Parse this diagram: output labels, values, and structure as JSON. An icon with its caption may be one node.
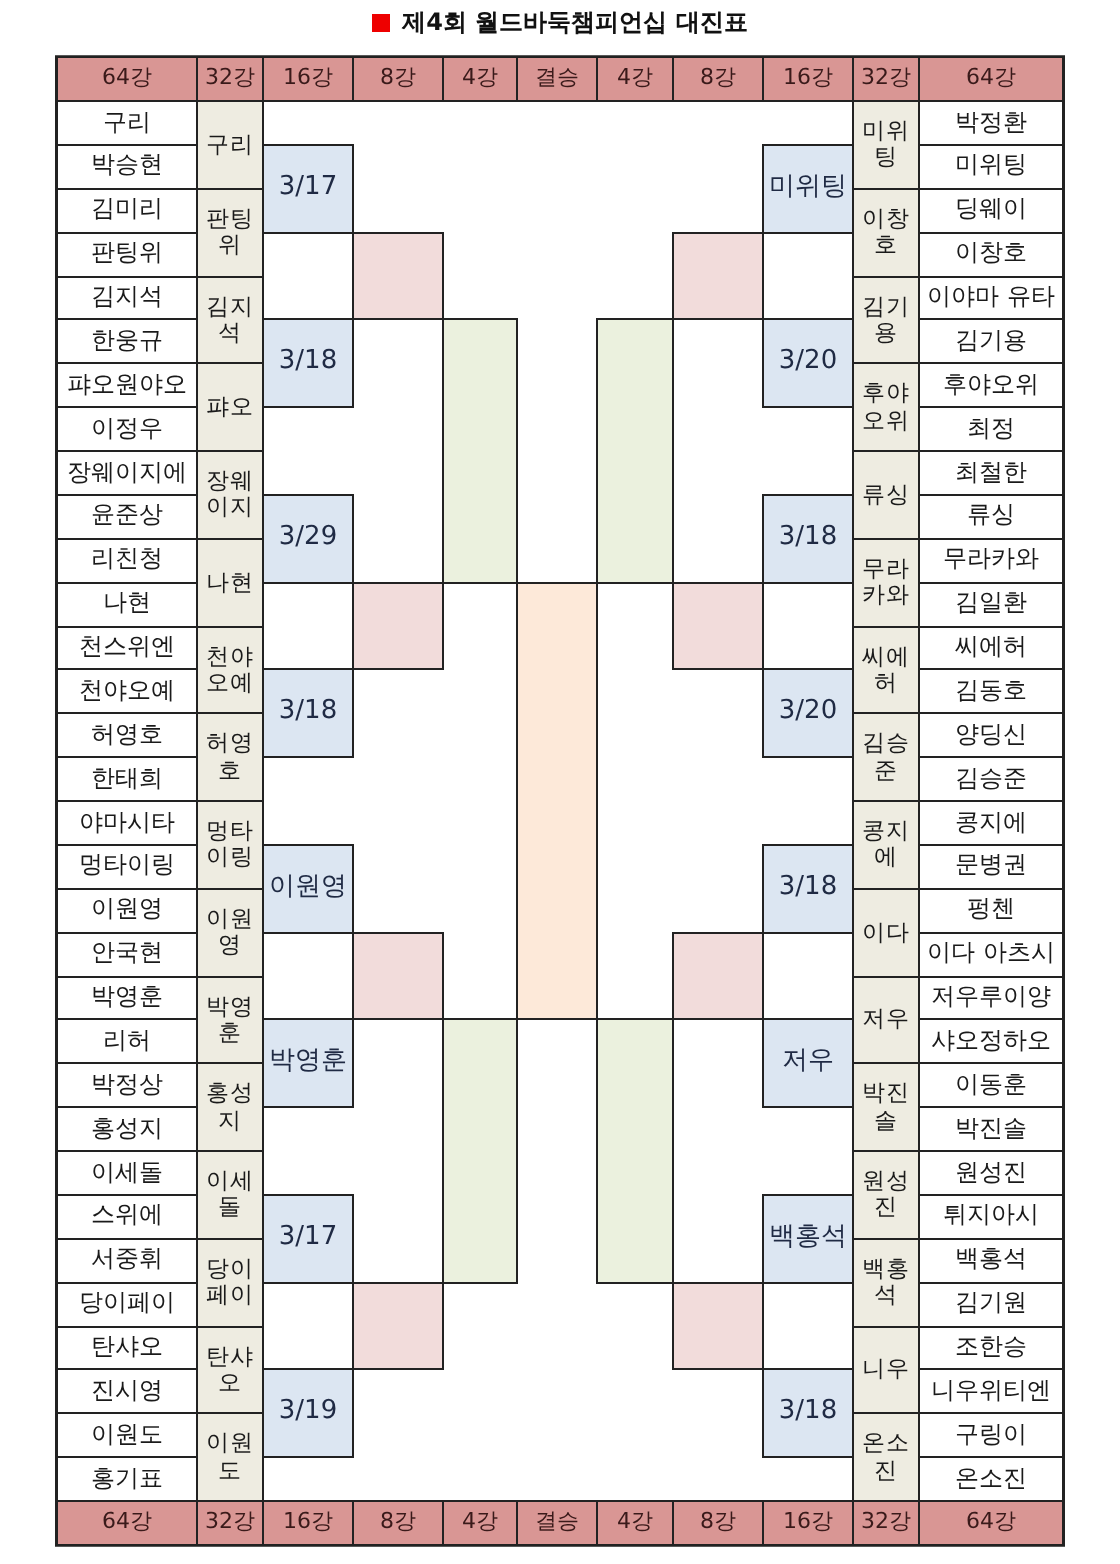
{
  "diagram": {
    "title": "제4회 월드바둑챔피언십 대진표",
    "nodes": [
      {
        "text": [
          "구리"
        ]
      },
      {
        "text": [
          "박승현"
        ]
      },
      {
        "text": [
          "김미리"
        ]
      },
      {
        "text": [
          "판팅위"
        ]
      },
      {
        "text": [
          "김지석"
        ]
      },
      {
        "text": [
          "한웅규"
        ]
      },
      {
        "text": [
          "퍄오원야오"
        ]
      },
      {
        "text": [
          "이정우"
        ]
      },
      {
        "text": [
          "장웨이지에"
        ]
      },
      {
        "text": [
          "윤준상"
        ]
      },
      {
        "text": [
          "리친청"
        ]
      },
      {
        "text": [
          "나현"
        ]
      },
      {
        "text": [
          "천스위엔"
        ]
      },
      {
        "text": [
          "천야오예"
        ]
      },
      {
        "text": [
          "허영호"
        ]
      },
      {
        "text": [
          "한태희"
        ]
      },
      {
        "text": [
          "야마시타"
        ]
      },
      {
        "text": [
          "멍타이링"
        ]
      },
      {
        "text": [
          "이원영"
        ]
      },
      {
        "text": [
          "안국현"
        ]
      },
      {
        "text": [
          "박영훈"
        ]
      },
      {
        "text": [
          "리허"
        ]
      },
      {
        "text": [
          "박정상"
        ]
      },
      {
        "text": [
          "홍성지"
        ]
      },
      {
        "text": [
          "이세돌"
        ]
      },
      {
        "text": [
          "스위에"
        ]
      },
      {
        "text": [
          "서중휘"
        ]
      },
      {
        "text": [
          "당이페이"
        ]
      },
      {
        "text": [
          "탄샤오"
        ]
      },
      {
        "text": [
          "진시영"
        ]
      },
      {
        "text": [
          "이원도"
        ]
      },
      {
        "text": [
          "홍기표"
        ]
      },
      {
        "text": [
          "구리"
        ]
      },
      {
        "text": [
          "판팅위"
        ]
      },
      {
        "text": [
          "김지석"
        ]
      },
      {
        "text": [
          "퍄오"
        ]
      },
      {
        "text": [
          "장웨이지"
        ]
      },
      {
        "text": [
          "나현"
        ]
      },
      {
        "text": [
          "천야오예"
        ]
      },
      {
        "text": [
          "허영호"
        ]
      },
      {
        "text": [
          "멍타이링"
        ]
      },
      {
        "text": [
          "이원영"
        ]
      },
      {
        "text": [
          "박영훈"
        ]
      },
      {
        "text": [
          "홍성지"
        ]
      },
      {
        "text": [
          "이세돌"
        ]
      },
      {
        "text": [
          "당이페이"
        ]
      },
      {
        "text": [
          "탄샤오"
        ]
      },
      {
        "text": [
          "이원도"
        ]
      },
      {
        "text": [
          "3/17"
        ]
      },
      {
        "text": [
          "3/18"
        ]
      },
      {
        "text": [
          "3/29"
        ]
      },
      {
        "text": [
          "3/18"
        ]
      },
      {
        "text": [
          "이원영"
        ]
      },
      {
        "text": [
          "박영훈"
        ]
      },
      {
        "text": [
          "3/17"
        ]
      },
      {
        "text": [
          "3/19"
        ]
      },
      {
        "text": [],
        "shape": "box"
      },
      {
        "text": [],
        "shape": "box"
      },
      {
        "text": [],
        "shape": "box"
      },
      {
        "text": [],
        "shape": "box"
      },
      {
        "text": [],
        "shape": "box"
      },
      {
        "text": [],
        "shape": "box"
      },
      {
        "text": [],
        "shape": "box"
      },
      {
        "text": [],
        "shape": "box"
      },
      {
        "text": [],
        "shape": "box"
      },
      {
        "text": [],
        "shape": "box"
      },
      {
        "text": [],
        "shape": "box"
      },
      {
        "text": [],
        "shape": "box"
      },
      {
        "text": [],
        "shape": "box"
      },
      {
        "text": [
          "미위팅"
        ]
      },
      {
        "text": [
          "3/20"
        ]
      },
      {
        "text": [
          "3/18"
        ]
      },
      {
        "text": [
          "3/20"
        ]
      },
      {
        "text": [
          "3/18"
        ]
      },
      {
        "text": [
          "저우"
        ]
      },
      {
        "text": [
          "백홍석"
        ]
      },
      {
        "text": [
          "3/18"
        ]
      },
      {
        "text": [
          "미위팅"
        ]
      },
      {
        "text": [
          "이창호"
        ]
      },
      {
        "text": [
          "김기용"
        ]
      },
      {
        "text": [
          "후야오위"
        ]
      },
      {
        "text": [
          "류싱"
        ]
      },
      {
        "text": [
          "무라카와"
        ]
      },
      {
        "text": [
          "씨에허"
        ]
      },
      {
        "text": [
          "김승준"
        ]
      },
      {
        "text": [
          "콩지에"
        ]
      },
      {
        "text": [
          "이다"
        ]
      },
      {
        "text": [
          "저우"
        ]
      },
      {
        "text": [
          "박진솔"
        ]
      },
      {
        "text": [
          "원성진"
        ]
      },
      {
        "text": [
          "백홍석"
        ]
      },
      {
        "text": [
          "니우"
        ]
      },
      {
        "text": [
          "온소진"
        ]
      },
      {
        "text": [
          "박정환"
        ]
      },
      {
        "text": [
          "미위팅"
        ]
      },
      {
        "text": [
          "딩웨이"
        ]
      },
      {
        "text": [
          "이창호"
        ]
      },
      {
        "text": [
          "이야마 유타"
        ]
      },
      {
        "text": [
          "김기용"
        ]
      },
      {
        "text": [
          "후야오위"
        ]
      },
      {
        "text": [
          "최정"
        ]
      },
      {
        "text": [
          "최철한"
        ]
      },
      {
        "text": [
          "류싱"
        ]
      },
      {
        "text": [
          "무라카와"
        ]
      },
      {
        "text": [
          "김일환"
        ]
      },
      {
        "text": [
          "씨에허"
        ]
      },
      {
        "text": [
          "김동호"
        ]
      },
      {
        "text": [
          "양딩신"
        ]
      },
      {
        "text": [
          "김승준"
        ]
      },
      {
        "text": [
          "콩지에"
        ]
      },
      {
        "text": [
          "문병권"
        ]
      },
      {
        "text": [
          "펑첸"
        ]
      },
      {
        "text": [
          "이다 아츠시"
        ]
      },
      {
        "text": [
          "저우루이양"
        ]
      },
      {
        "text": [
          "샤오정하오"
        ]
      },
      {
        "text": [
          "이동훈"
        ]
      },
      {
        "text": [
          "박진솔"
        ]
      },
      {
        "text": [
          "원성진"
        ]
      },
      {
        "text": [
          "튀지아시"
        ]
      },
      {
        "text": [
          "백홍석"
        ]
      },
      {
        "text": [
          "김기원"
        ]
      },
      {
        "text": [
          "조한승"
        ]
      },
      {
        "text": [
          "니우위티엔"
        ]
      },
      {
        "text": [
          "구링이"
        ]
      },
      {
        "text": [
          "온소진"
        ]
      }
    ],
    "labels": [
      "64강",
      "32강",
      "16강",
      "8강",
      "4강",
      "결승",
      "4강",
      "8강",
      "16강",
      "32강",
      "64강",
      "64강",
      "32강",
      "16강",
      "8강",
      "4강",
      "결승",
      "4강",
      "8강",
      "16강",
      "32강",
      "64강"
    ]
  }
}
